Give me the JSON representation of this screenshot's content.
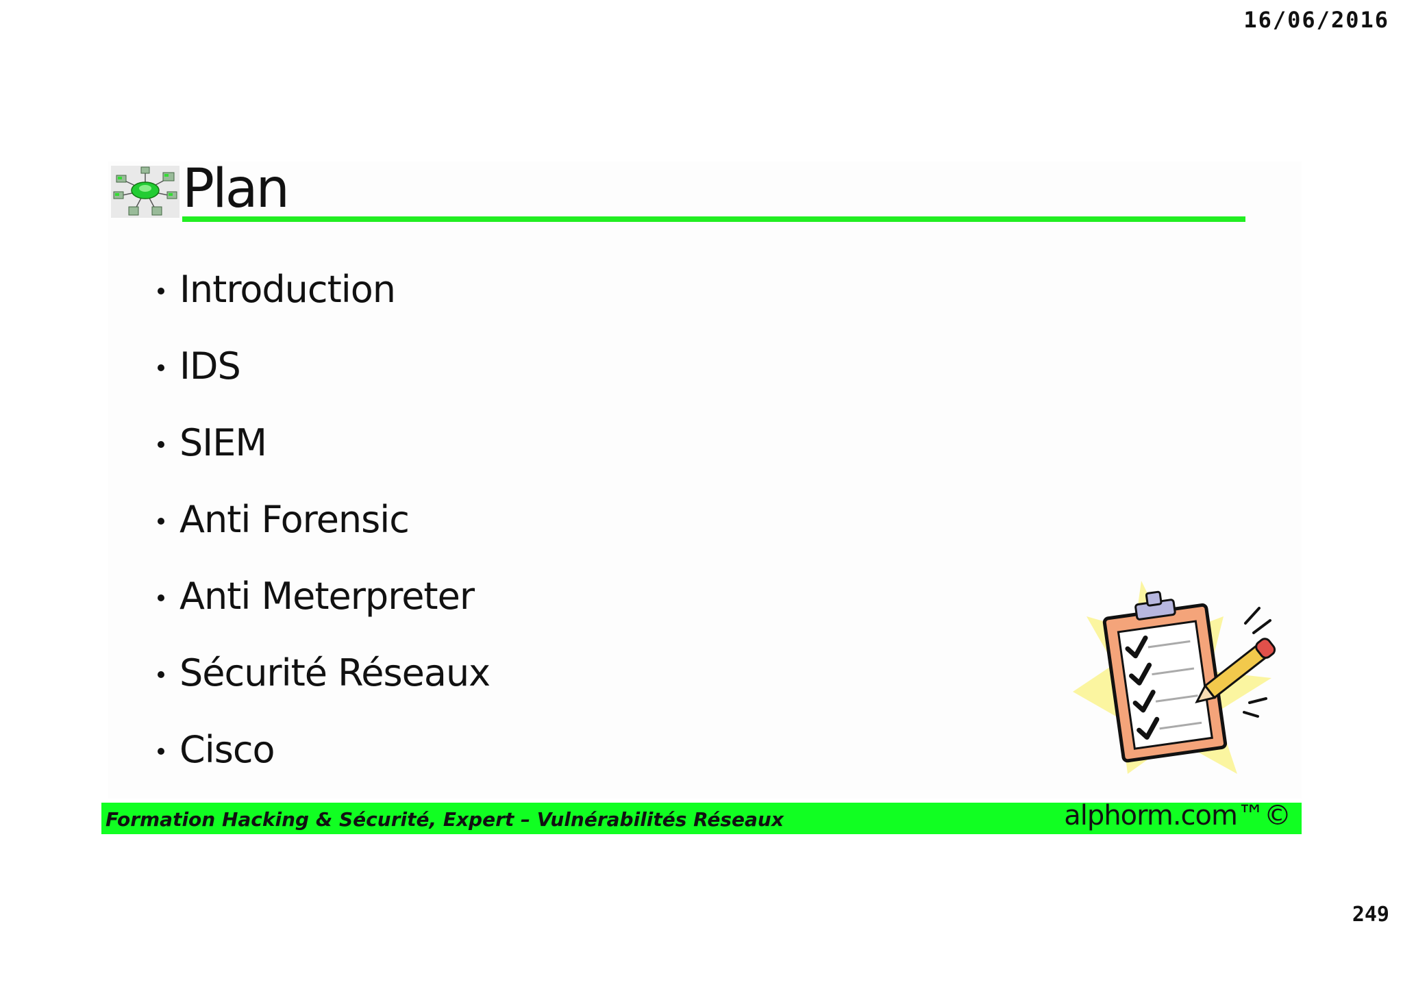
{
  "header": {
    "date": "16/06/2016"
  },
  "slide": {
    "title": "Plan",
    "title_icon": "network-globe-icon",
    "items": [
      "Introduction",
      "IDS",
      "SIEM",
      "Anti Forensic",
      "Anti Meterpreter",
      "Sécurité Réseaux",
      "Cisco"
    ],
    "illustration": "clipboard-checklist-icon",
    "accent_color": "#22ee22"
  },
  "footer": {
    "course": "Formation Hacking & Sécurité, Expert – Vulnérabilités Réseaux",
    "brand": "alphorm.com™©",
    "bar_color": "#11ff22"
  },
  "page": {
    "number": "249"
  }
}
